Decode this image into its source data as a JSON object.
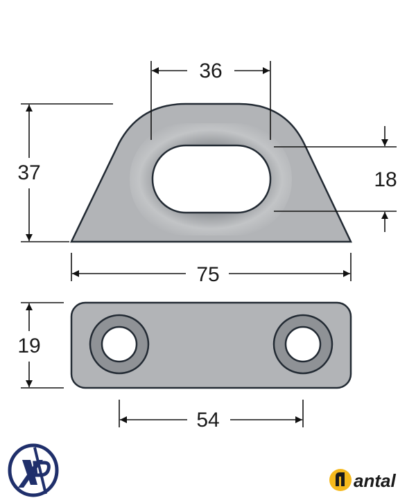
{
  "dimensions": {
    "slot_width": "36",
    "height": "37",
    "slot_height": "18",
    "base_width": "75",
    "thickness": "19",
    "hole_spacing": "54"
  },
  "logos": {
    "left": "XP",
    "right": "antal"
  },
  "colors": {
    "part_fill": "#b2b4b7",
    "outline": "#222a33",
    "xp_blue": "#1f2f6b",
    "antal_yellow": "#f6b91c"
  }
}
